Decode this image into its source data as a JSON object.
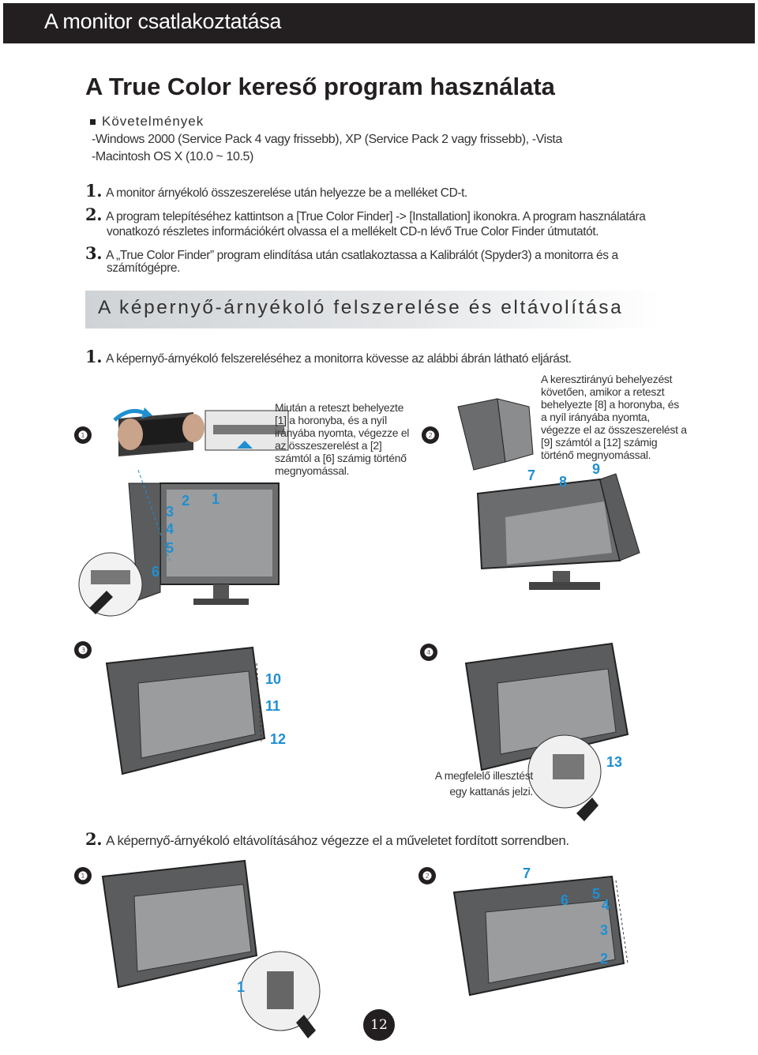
{
  "header": {
    "title": "A monitor csatlakoztatása"
  },
  "main_title": "A True Color kereső program használata",
  "requirements": {
    "heading": "Követelmények",
    "line1": "-Windows 2000 (Service Pack 4 vagy frissebb), XP (Service Pack 2 vagy frissebb), -Vista",
    "line2": "-Macintosh OS X (10.0 ~ 10.5)"
  },
  "steps": [
    {
      "num": "1.",
      "lines": [
        "A monitor árnyékoló összeszerelése után helyezze be a melléket CD-t."
      ]
    },
    {
      "num": "2.",
      "lines": [
        "A program telepítéséhez kattintson a [True Color Finder] -> [Installation] ikonokra. A program használatára",
        "vonatkozó részletes információkért olvassa el a mellékelt CD-n lévő True Color Finder útmutatót."
      ]
    },
    {
      "num": "3.",
      "lines": [
        "A „True Color Finder” program elindítása után csatlakoztassa a Kalibrálót (Spyder3) a monitorra és a",
        "számítógépre."
      ]
    }
  ],
  "section": {
    "title": "A képernyő-árnyékoló felszerelése és eltávolítása"
  },
  "install": {
    "num": "1.",
    "text": "A képernyő-árnyékoló felszereléséhez a monitorra kövesse az alábbi ábrán látható eljárást.",
    "figure_labels": [
      "❶",
      "❷",
      "❸",
      "❹"
    ],
    "callout1": [
      "Miután a reteszt behelyezte",
      "[1] a horonyba, és a nyíl",
      "irányába nyomta, végezze el",
      "az összeszerelést a [2]",
      "számtól a [6] számig történő",
      "megnyomással."
    ],
    "callout2": [
      "A keresztirányú behelyezést",
      "követően, amikor a reteszt",
      "behelyezte [8] a horonyba, és",
      "a nyíl irányába nyomta,",
      "végezze el az összeszerelést a",
      "[9] számtól a [12] számig",
      "történő megnyomással."
    ],
    "callout3": [
      "A megfelelő illesztést",
      "egy kattanás jelzi."
    ],
    "markers_fig1": [
      "1",
      "2",
      "3",
      "4",
      "5",
      "6"
    ],
    "markers_fig2": [
      "7",
      "8",
      "9"
    ],
    "markers_fig3": [
      "10",
      "11",
      "12"
    ],
    "markers_fig4": [
      "13"
    ]
  },
  "remove": {
    "num": "2.",
    "text": "A képernyő-árnyékoló eltávolításához végezze el a műveletet fordított sorrendben.",
    "figure_labels": [
      "❶",
      "❷"
    ],
    "markers_fig1": [
      "1"
    ],
    "markers_fig2": [
      "7",
      "6",
      "5",
      "4",
      "3",
      "2"
    ]
  },
  "page_number": "12",
  "colors": {
    "header_bg": "#231f20",
    "marker_blue": "#1f8fd1",
    "hood_gray": "#5a5c5e"
  }
}
